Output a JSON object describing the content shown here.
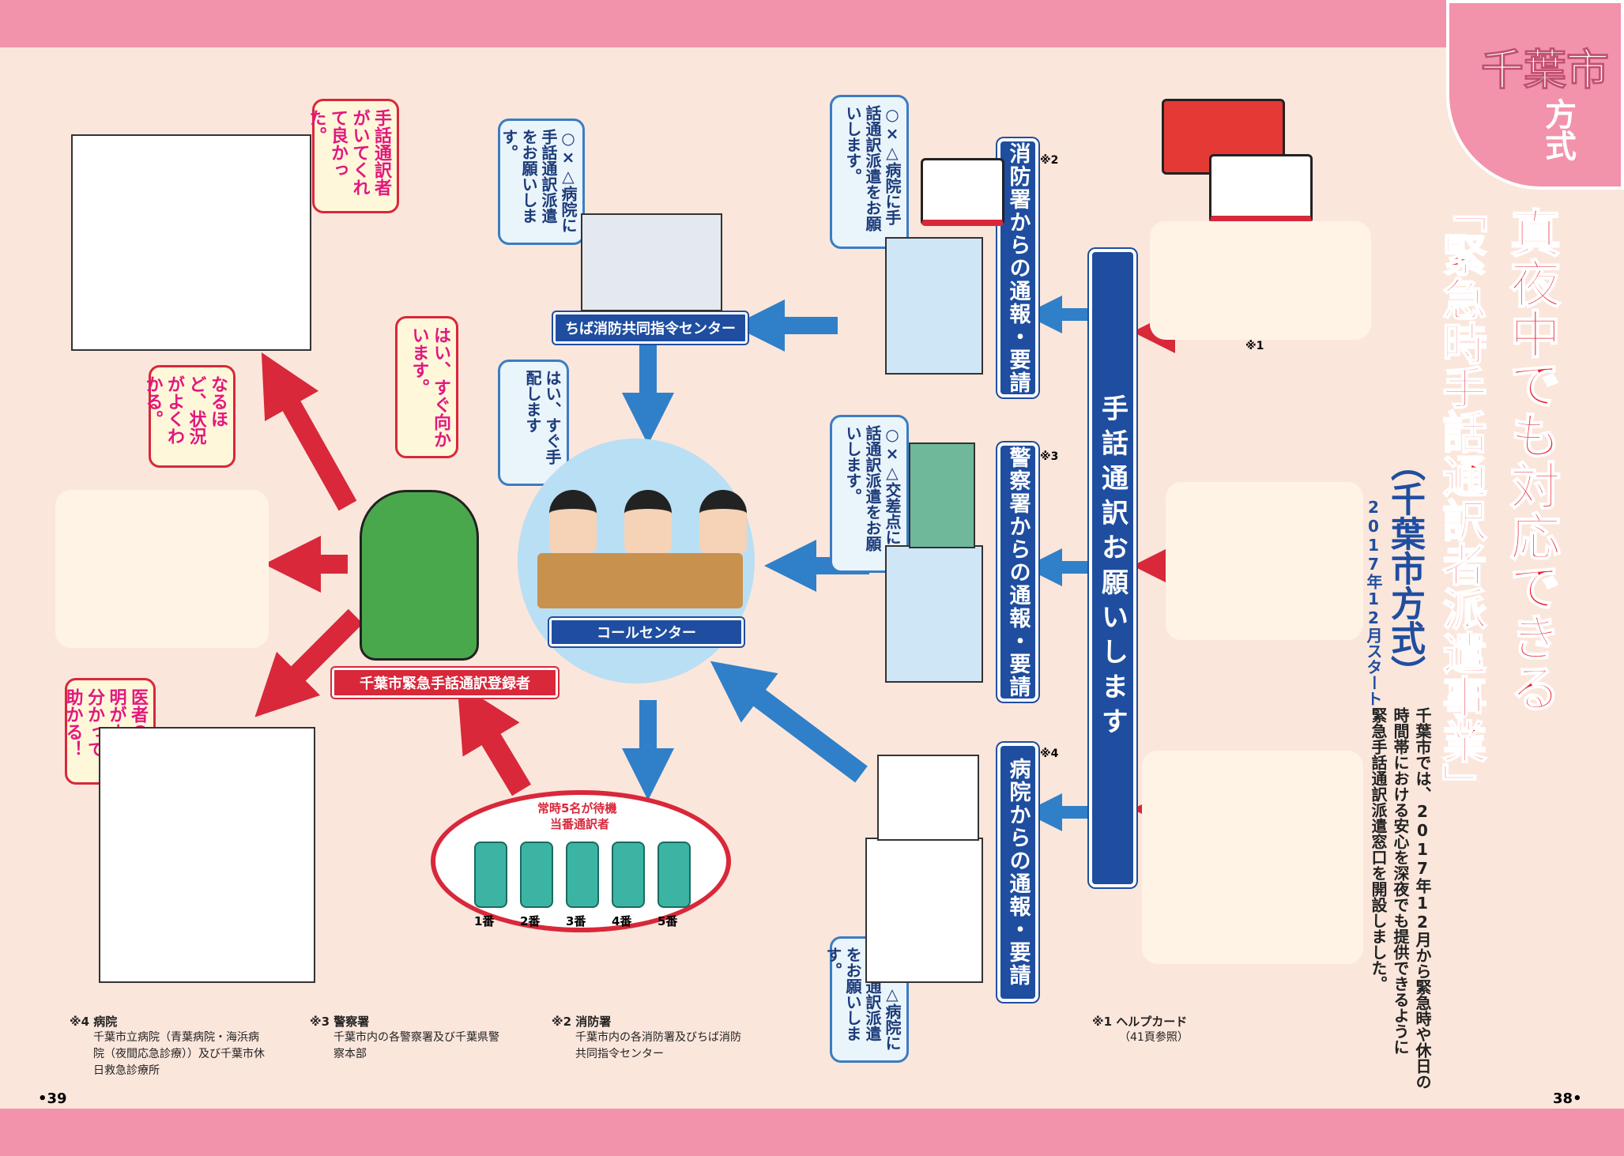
{
  "header": {
    "badge_line1": "千葉市",
    "badge_line2": "方式"
  },
  "title": {
    "line1": "真夜中でも対応できる",
    "line2": "「緊急時手話通訳者派遣事業」",
    "subtitle": "（千葉市方式）",
    "start": "2017年12月スタート"
  },
  "intro": {
    "line1": "千葉市では、2017年12月から緊急時や休日の",
    "line2": "時間帯における安心を深夜でも提供できるように",
    "line3": "緊急手話通訳派遣窓口を開設しました。"
  },
  "center_bar": "手話通訳お願いします",
  "reports": [
    {
      "label": "消防署からの通報・要請",
      "mark": "※2"
    },
    {
      "label": "警察署からの通報・要請",
      "mark": "※3"
    },
    {
      "label": "病院からの通報・要請",
      "mark": "※4"
    }
  ],
  "marks": {
    "m1": "※1"
  },
  "bubbles_blue": {
    "fire": "○×△病院に手話通訳派遣をお願いします。",
    "police": "○×△交差点に手話通訳派遣をお願いします。",
    "hospital": "○×△病院に手話通訳派遣をお願いします。",
    "dispatch": "○×△病院に手話通訳派遣をお願いします。",
    "callcenter": "はい、すぐ手配します"
  },
  "bubbles_pink": {
    "hospital_patient": "手話通訳者がいてくれて良かった。",
    "interpreter": "はい、すぐ向かいます。",
    "police_scene": "なるほど、状況がよくわかる。",
    "clinic": "医者の説明がよく分かって助かる！"
  },
  "labels": {
    "dispatch_center": "ちば消防共同指令センター",
    "call_center": "コールセンター",
    "registrant": "千葉市緊急手話通訳登録者",
    "standby_line1": "常時5名が待機",
    "standby_line2": "当番通訳者"
  },
  "phones": [
    "1番",
    "2番",
    "3番",
    "4番",
    "5番"
  ],
  "footnotes": [
    {
      "head": "※4 病院",
      "body1": "千葉市立病院（青葉病院・海浜病",
      "body2": "院（夜間応急診療））及び千葉市休",
      "body3": "日救急診療所"
    },
    {
      "head": "※3 警察署",
      "body1": "千葉市内の各警察署及び千葉県警",
      "body2": "察本部",
      "body3": ""
    },
    {
      "head": "※2 消防署",
      "body1": "千葉市内の各消防署及びちば消防",
      "body2": "共同指令センター",
      "body3": ""
    },
    {
      "head": "※1 ヘルプカード",
      "body1": "（41頁参照）",
      "body2": "",
      "body3": ""
    }
  ],
  "page_numbers": {
    "left": "39",
    "right": "38"
  },
  "colors": {
    "band": "#f392ab",
    "background": "#fbe6dc",
    "blue": "#1f4ea0",
    "arrow_blue": "#2f80c8",
    "red": "#d8283a",
    "title_red": "#e8202e",
    "call_circle": "#b9dff4"
  }
}
